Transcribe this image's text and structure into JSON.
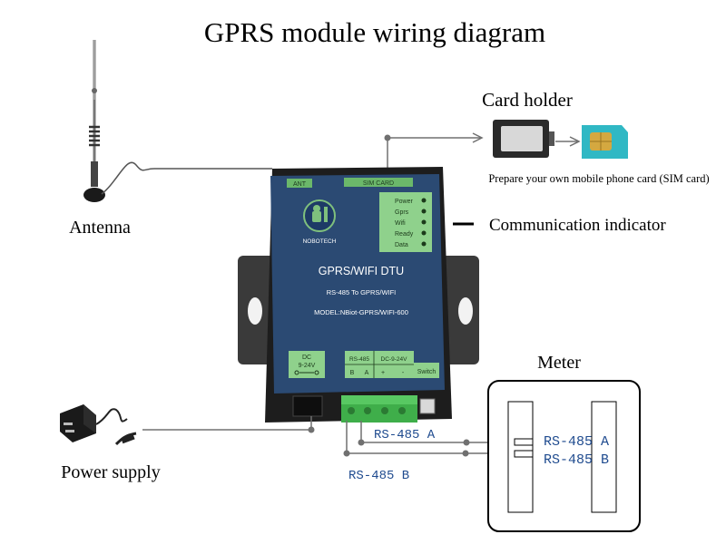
{
  "title": "GPRS module wiring diagram",
  "labels": {
    "antenna": "Antenna",
    "card_holder": "Card holder",
    "sim_note": "Prepare your own mobile phone card (SIM card)",
    "comm_indicator": "Communication indicator",
    "power_supply": "Power supply",
    "meter": "Meter",
    "rs485_a": "RS-485 A",
    "rs485_b": "RS-485 B",
    "meter_a": "RS-485 A",
    "meter_b": "RS-485 B"
  },
  "device": {
    "brand": "NOBOTECH",
    "name": "GPRS/WIFI DTU",
    "subtitle": "RS-485 To GPRS/WIFI",
    "model": "MODEL:NBiot-GPRS/WIFI-600",
    "top_left_label": "ANT",
    "top_mid_label": "SIM CARD",
    "indicators": [
      "Power",
      "Gprs",
      "Wifi",
      "Ready",
      "Data"
    ],
    "dc_label": "DC",
    "dc_range": "9-24V",
    "rs485_label": "RS-485",
    "dc2_label": "DC-9-24V",
    "switch_label": "Switch",
    "term_b": "B",
    "term_a": "A",
    "term_plus": "+",
    "term_minus": "-"
  },
  "colors": {
    "device_body": "#2b4a73",
    "indicator_panel": "#8fd18c",
    "terminal_block": "#3fae4a",
    "wire": "#707070",
    "label_blue": "#1f4b8f"
  }
}
